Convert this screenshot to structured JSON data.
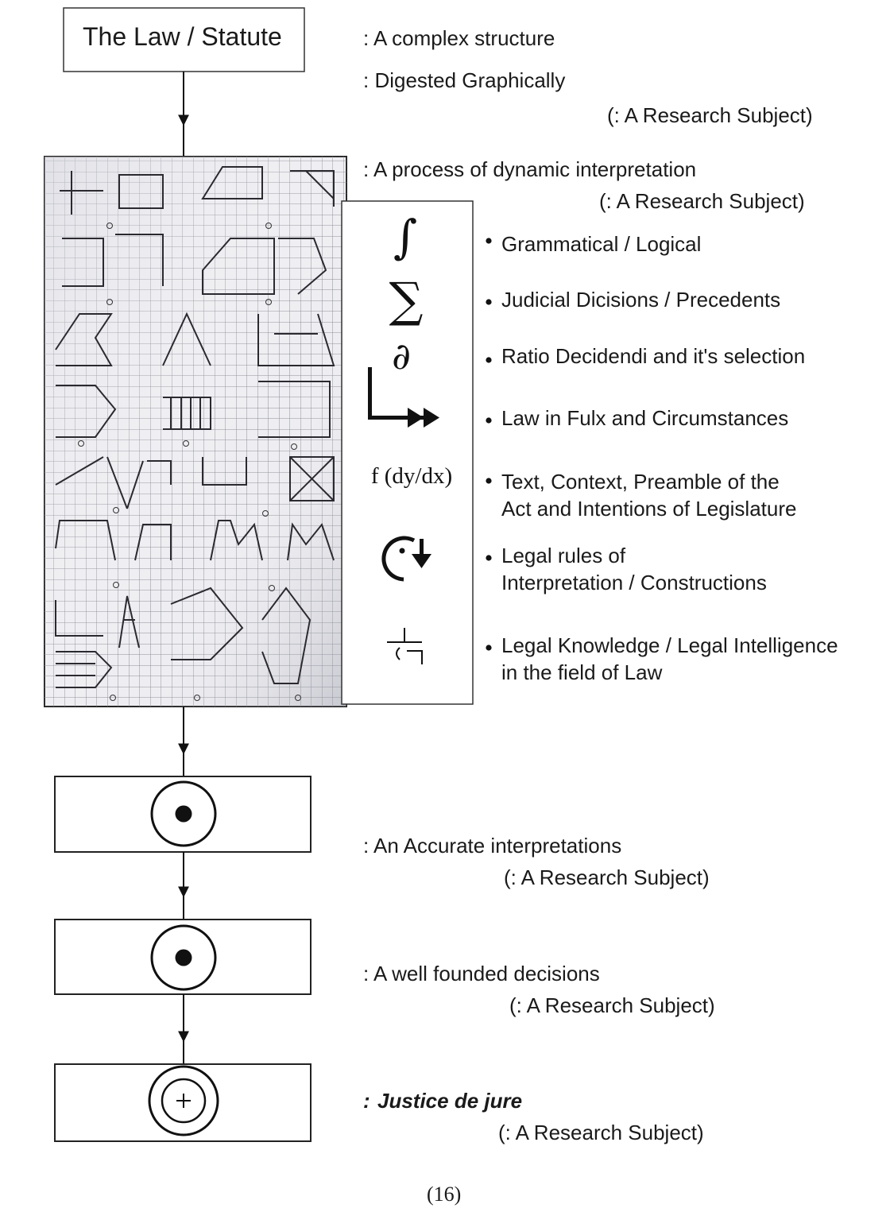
{
  "top_box": {
    "title": "The Law / Statute"
  },
  "notes": {
    "complex": ": A complex structure",
    "digested": ": Digested Graphically",
    "research_1": "(: A Research Subject)",
    "process": ": A process of dynamic interpretation",
    "research_2": "(: A Research Subject)",
    "accurate": ": An Accurate interpretations",
    "research_3": "(: A Research Subject)",
    "decisions": ": A well founded decisions",
    "research_4": "(: A Research Subject)",
    "justice_prefix": ":",
    "justice": "Justice de jure",
    "research_5": "(: A Research Subject)"
  },
  "symbols": [
    {
      "icon": "integral-icon",
      "glyph": "∫"
    },
    {
      "icon": "summation-icon",
      "glyph": "∑"
    },
    {
      "icon": "partial-derivative-icon",
      "glyph": "∂"
    },
    {
      "icon": "flux-arrow-icon"
    },
    {
      "icon": "function-icon",
      "label": "f (dy/dx)"
    },
    {
      "icon": "rotation-arrow-icon"
    },
    {
      "icon": "flow-symbol-icon"
    }
  ],
  "bullets": [
    {
      "lines": [
        "Grammatical / Logical"
      ]
    },
    {
      "lines": [
        "Judicial Dicisions / Precedents"
      ]
    },
    {
      "lines": [
        "Ratio Decidendi and it's selection"
      ]
    },
    {
      "lines": [
        "Law in Fulx and Circumstances"
      ]
    },
    {
      "lines": [
        "Text, Context, Preamble of the",
        "Act and Intentions of Legislature"
      ]
    },
    {
      "lines": [
        "Legal rules of",
        "Interpretation / Constructions"
      ]
    },
    {
      "lines": [
        "Legal Knowledge / Legal Intelligence",
        "in the field of Law"
      ]
    }
  ],
  "page_number": "(16)",
  "colors": {
    "ink": "#111111",
    "grid_bg": "#e9e9ee",
    "grid_line": "#8a8a94"
  }
}
